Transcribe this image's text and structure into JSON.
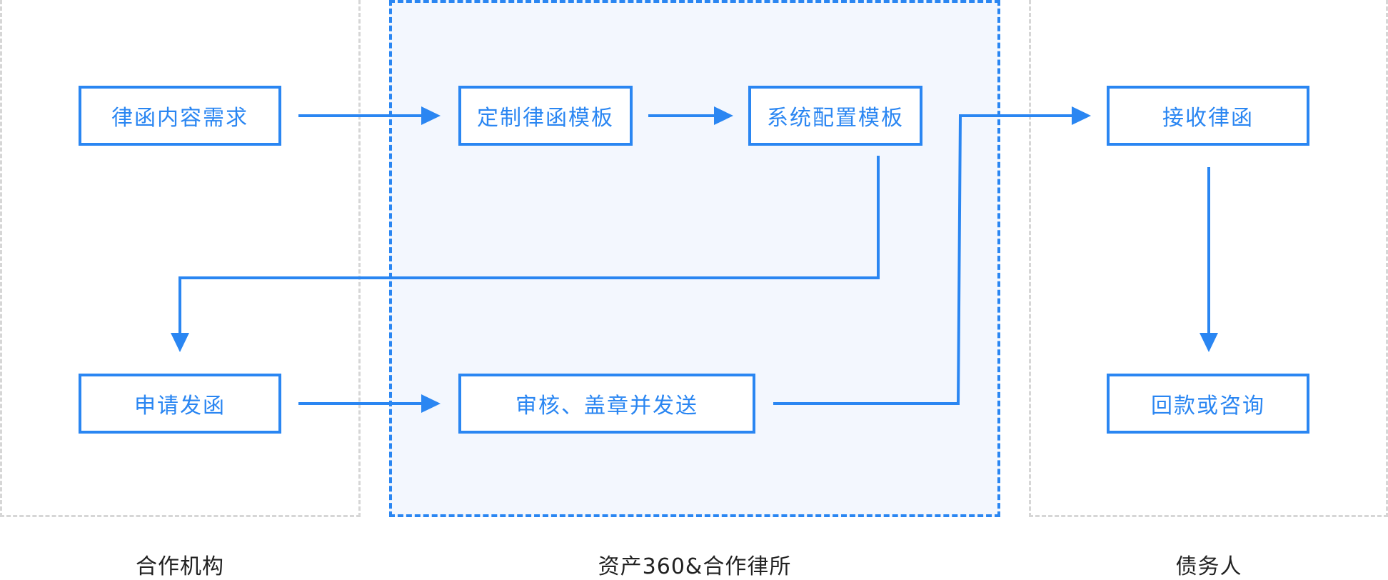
{
  "colors": {
    "accent": "#2a86f2",
    "middle_lane_fill": "#f3f7fe",
    "side_lane_border": "#d6d6d6",
    "label_text": "#222222"
  },
  "lanes": {
    "left": {
      "label": "合作机构"
    },
    "middle": {
      "label": "资产360&合作律所"
    },
    "right": {
      "label": "债务人"
    }
  },
  "nodes": {
    "letter_requirements": "律函内容需求",
    "custom_template": "定制律函模板",
    "system_template": "系统配置模板",
    "apply_send": "申请发函",
    "review_stamp_send": "审核、盖章并发送",
    "receive_letter": "接收律函",
    "repay_or_consult": "回款或咨询"
  }
}
